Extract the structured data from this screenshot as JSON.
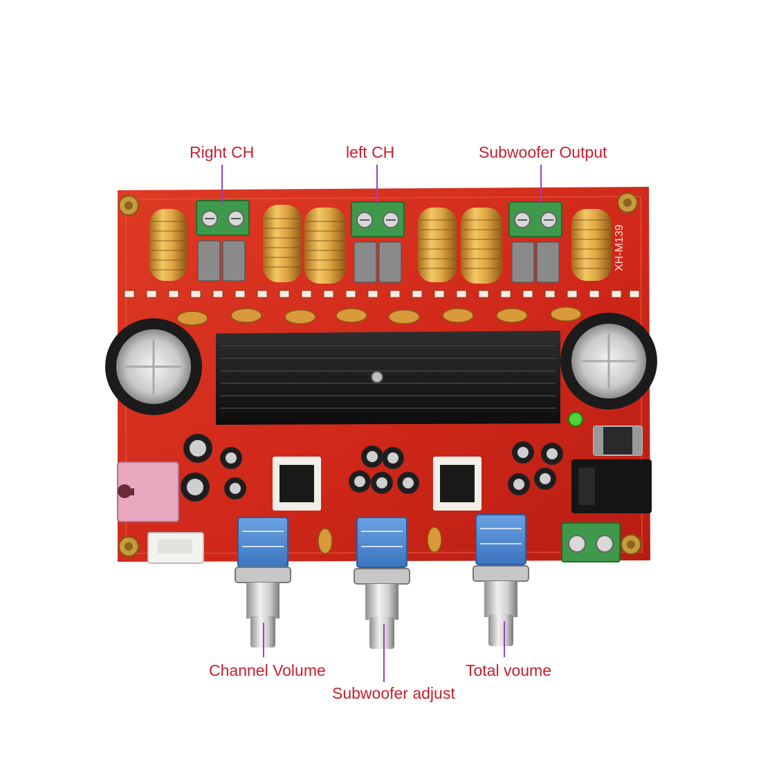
{
  "callouts": {
    "right_ch": "Right CH",
    "left_ch": "left CH",
    "subwoofer_output": "Subwoofer Output",
    "channel_volume": "Channel Volume",
    "subwoofer_adjust": "Subwoofer adjust",
    "total_volume": "Total voume"
  },
  "board": {
    "model_marking": "XH-M139"
  },
  "colors": {
    "pcb": "#d42a1a",
    "pcb_dark": "#a81a10",
    "terminal": "#3e9a4a",
    "heatsink": "#1a1a1a",
    "coil": "#d8a23a",
    "pot": "#4a86d0",
    "jack": "#e8a8c0",
    "callout_text": "#c81e2e",
    "callout_line": "#9a3fc8"
  }
}
